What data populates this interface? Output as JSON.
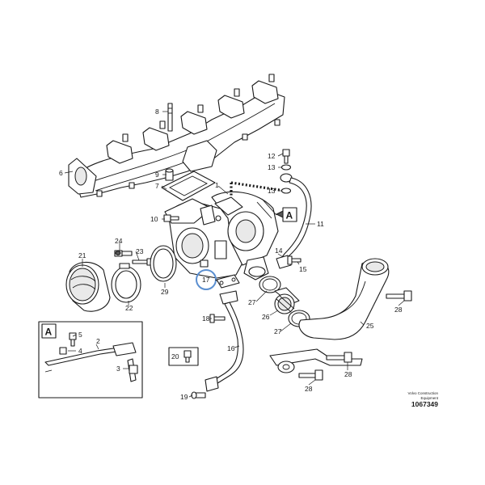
{
  "diagram": {
    "callouts": {
      "c1": "1",
      "c2": "2",
      "c3": "3",
      "c4": "4",
      "c5": "5",
      "c6": "6",
      "c7": "7",
      "c8": "8",
      "c9": "9",
      "c10": "10",
      "c11": "11",
      "c12": "12",
      "c13a": "13",
      "c13b": "13",
      "c14": "14",
      "c15": "15",
      "c16": "16",
      "c17": "17",
      "c18": "18",
      "c19": "19",
      "c20": "20",
      "c21": "21",
      "c22": "22",
      "c23": "23",
      "c24": "24",
      "c25": "25",
      "c26": "26",
      "c27a": "27",
      "c27b": "27",
      "c28a": "28",
      "c28b": "28",
      "c28c": "28",
      "c29": "29"
    },
    "reference_tag": "A",
    "inset_tag": "A",
    "highlighted_callout": "17",
    "highlight_color": "#5b8fd0"
  },
  "footer": {
    "brand_line1": "Volvo Construction",
    "brand_line2": "Equipment",
    "drawing_number": "1067349"
  }
}
